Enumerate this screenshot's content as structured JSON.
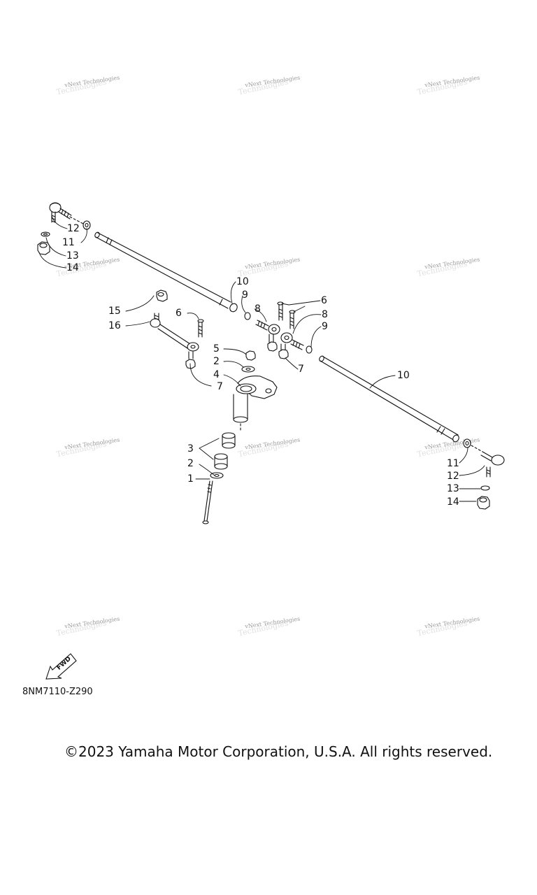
{
  "watermark_text": "vNext Technologies",
  "watermark_ghost": "Technologies",
  "part_code": "8NM7110-Z290",
  "copyright": "©2023 Yamaha Motor Corporation, U.S.A. All rights reserved.",
  "fwd_label": "FWD",
  "callouts": [
    {
      "id": "c12a",
      "text": "12"
    },
    {
      "id": "c11a",
      "text": "11"
    },
    {
      "id": "c13a",
      "text": "13"
    },
    {
      "id": "c14a",
      "text": "14"
    },
    {
      "id": "c10a",
      "text": "10"
    },
    {
      "id": "c9a",
      "text": "9"
    },
    {
      "id": "c8a",
      "text": "8"
    },
    {
      "id": "c6a",
      "text": "6"
    },
    {
      "id": "c8b",
      "text": "8"
    },
    {
      "id": "c9b",
      "text": "9"
    },
    {
      "id": "c15",
      "text": "15"
    },
    {
      "id": "c16",
      "text": "16"
    },
    {
      "id": "c6b",
      "text": "6"
    },
    {
      "id": "c5",
      "text": "5"
    },
    {
      "id": "c2a",
      "text": "2"
    },
    {
      "id": "c4",
      "text": "4"
    },
    {
      "id": "c7a",
      "text": "7"
    },
    {
      "id": "c7b",
      "text": "7"
    },
    {
      "id": "c10b",
      "text": "10"
    },
    {
      "id": "c3",
      "text": "3"
    },
    {
      "id": "c2b",
      "text": "2"
    },
    {
      "id": "c1",
      "text": "1"
    },
    {
      "id": "c11b",
      "text": "11"
    },
    {
      "id": "c12b",
      "text": "12"
    },
    {
      "id": "c13b",
      "text": "13"
    },
    {
      "id": "c14b",
      "text": "14"
    }
  ]
}
